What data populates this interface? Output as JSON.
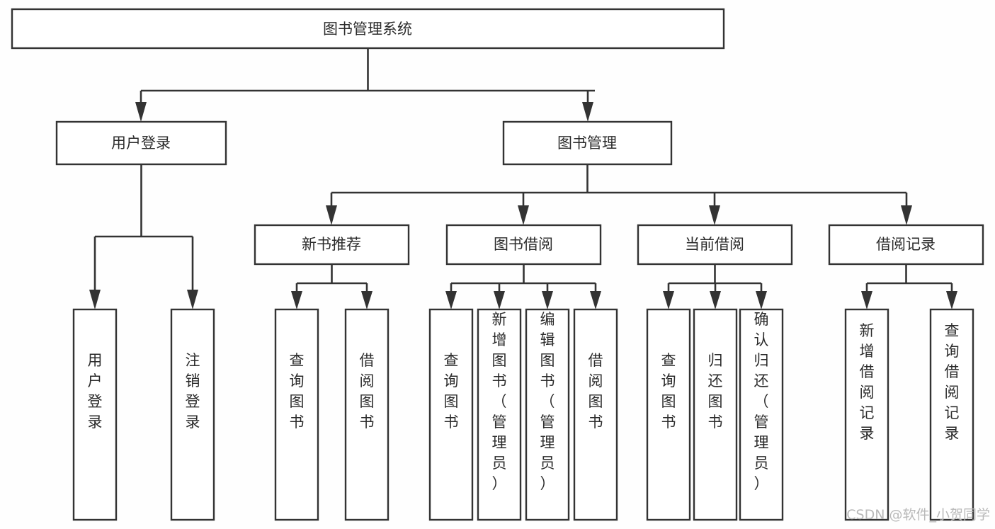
{
  "diagram": {
    "title": "图书管理系统",
    "type": "tree-hierarchy",
    "orientation": "top-down",
    "colors": {
      "background": "#fefefe",
      "box_fill": "#ffffff",
      "line": "#333333",
      "text": "#2b2b2b",
      "watermark": "#b9b9b9"
    },
    "root": {
      "label": "图书管理系统"
    },
    "level2": [
      {
        "label": "用户登录"
      },
      {
        "label": "图书管理"
      }
    ],
    "level3": [
      {
        "label": "新书推荐"
      },
      {
        "label": "图书借阅"
      },
      {
        "label": "当前借阅"
      },
      {
        "label": "借阅记录"
      }
    ],
    "leaves_user_login": [
      {
        "label": "用户登录"
      },
      {
        "label": "注销登录"
      }
    ],
    "leaves_new_book": [
      {
        "label": "查询图书"
      },
      {
        "label": "借阅图书"
      }
    ],
    "leaves_borrow": [
      {
        "label": "查询图书"
      },
      {
        "label": "新增图书（管理员）"
      },
      {
        "label": "编辑图书（管理员）"
      },
      {
        "label": "借阅图书"
      }
    ],
    "leaves_current": [
      {
        "label": "查询图书"
      },
      {
        "label": "归还图书"
      },
      {
        "label": "确认归还（管理员）"
      }
    ],
    "leaves_record": [
      {
        "label": "新增借阅记录"
      },
      {
        "label": "查询借阅记录"
      }
    ],
    "watermark": "CSDN @软件_小贺同学"
  }
}
